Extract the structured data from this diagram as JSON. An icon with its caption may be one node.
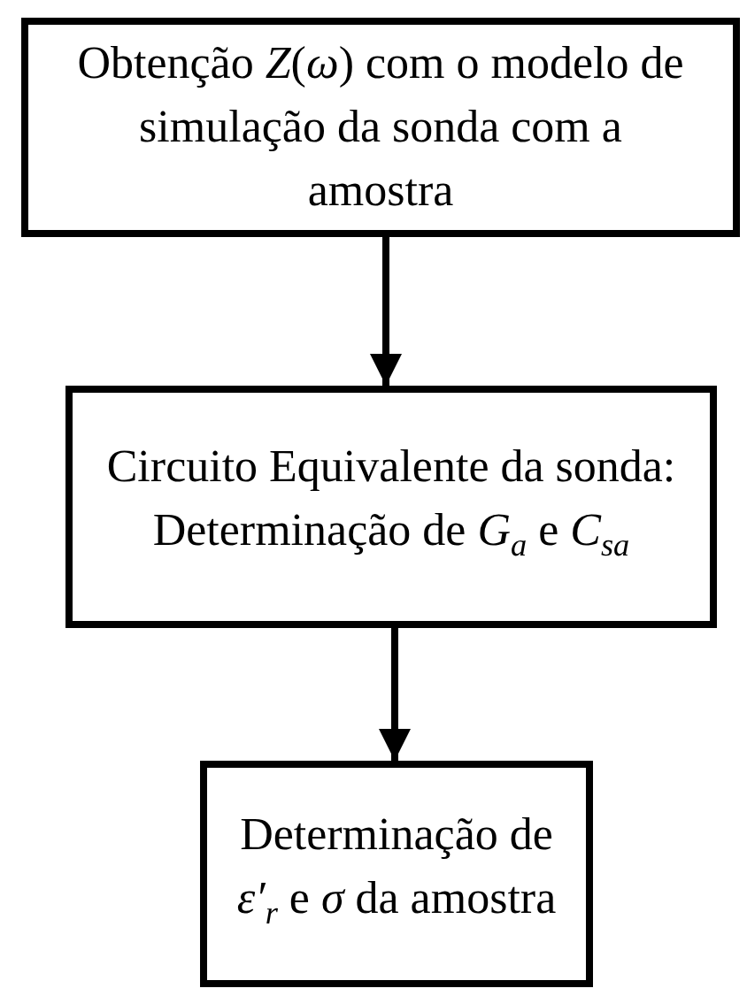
{
  "diagram": {
    "nodes": [
      {
        "text": [
          "Obtenção *Z*(*ω*) com o modelo de simulação da sonda com a amostra"
        ]
      },
      {
        "text": [
          "Circuito Equivalente da sonda: Determinação de *G*$_{a}$ e *C*$_{sa}$"
        ]
      },
      {
        "text": [
          "Determinação de *ε′*$_{r}$ e *σ* da amostra"
        ]
      }
    ],
    "edges": [
      {
        "from": 0,
        "to": 1,
        "arrow": "to"
      },
      {
        "from": 1,
        "to": 2,
        "arrow": "to"
      }
    ]
  }
}
